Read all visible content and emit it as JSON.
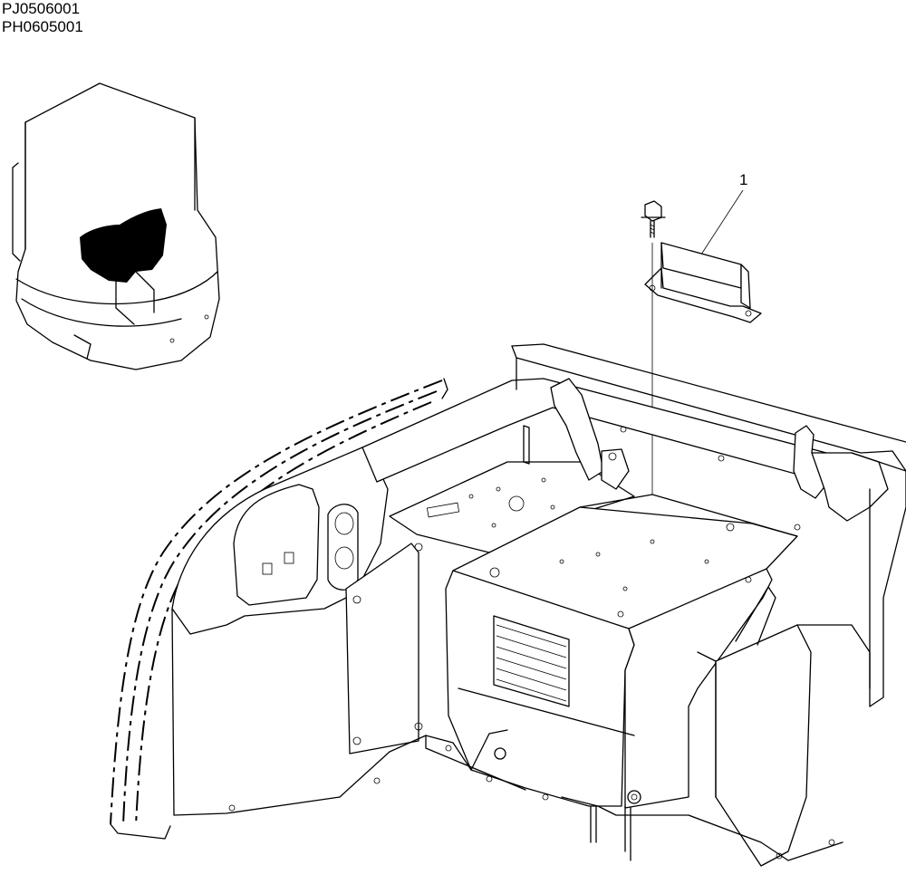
{
  "header": {
    "code1": "PJ0506001",
    "code2": "PH0605001"
  },
  "callouts": [
    {
      "label": "1"
    }
  ]
}
